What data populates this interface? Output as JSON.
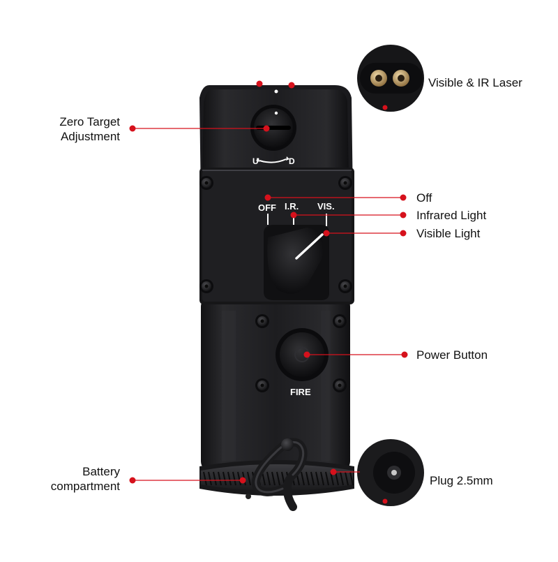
{
  "labels": {
    "zero_target": [
      "Zero Target",
      "Adjustment"
    ],
    "visible_ir_laser": "Visible & IR Laser",
    "off": "Off",
    "infrared_light": "Infrared Light",
    "visible_light": "Visible Light",
    "power_button": "Power Button",
    "battery": [
      "Battery",
      "compartment"
    ],
    "plug": "Plug 2.5mm"
  },
  "device_markings": {
    "up": "U",
    "down": "D",
    "switch_off": "OFF",
    "switch_ir": "I.R.",
    "switch_vis": "VIS.",
    "fire": "FIRE"
  },
  "colors": {
    "callout": "#d6111c",
    "body": "#1b1b1d",
    "body_dark": "#0e0e10",
    "highlight": "#3a3a3e",
    "text": "#111111",
    "screw": "#2a2a2c",
    "marking": "#ffffff",
    "brass": "#c9a572"
  }
}
